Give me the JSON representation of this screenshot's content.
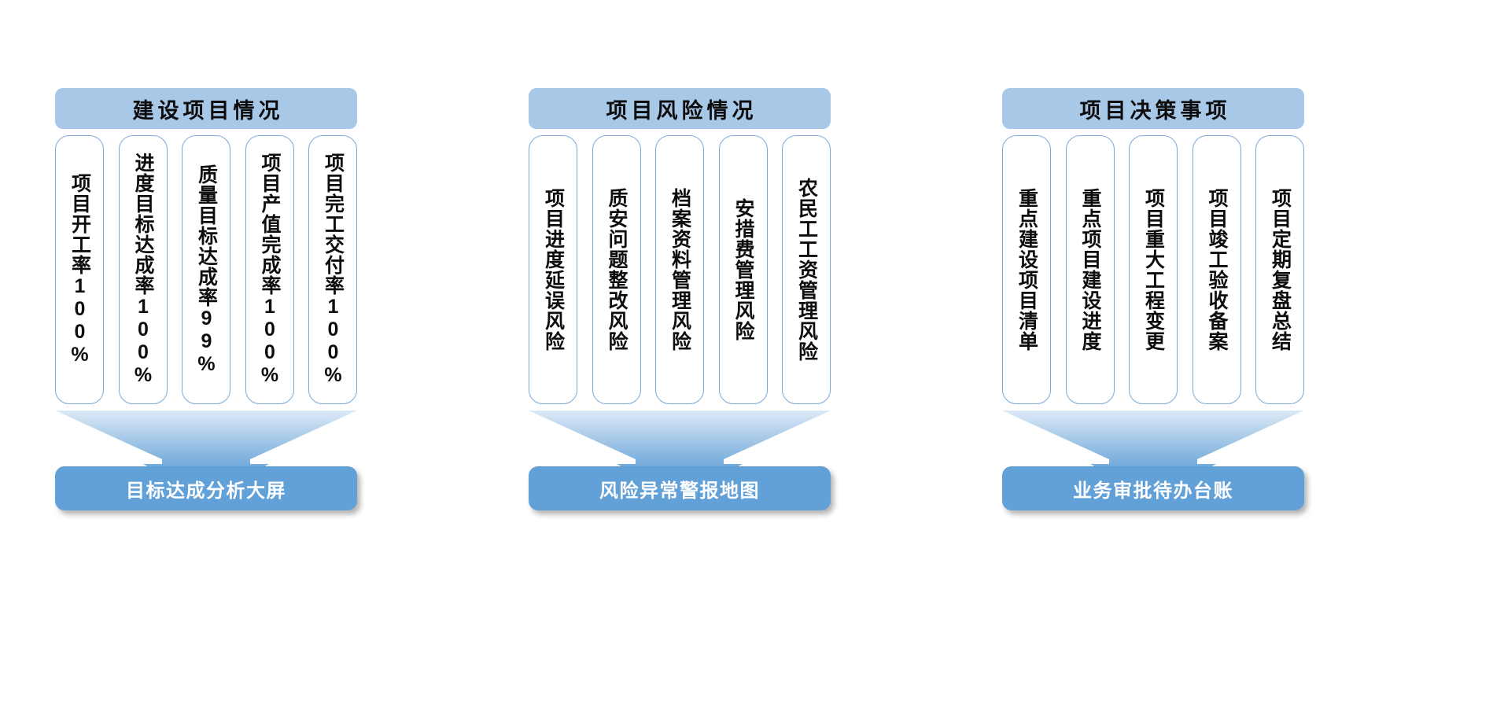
{
  "diagram": {
    "colors": {
      "header_fill": "#a8c8e8",
      "card_border": "#7ba9d9",
      "card_fill": "#ffffff",
      "funnel_top": "#cfe2f3",
      "funnel_bottom": "#5b9bd5",
      "result_fill": "#62a0d8",
      "result_text": "#ffffff",
      "text": "#0d0d0d",
      "background": "#ffffff"
    },
    "groups": [
      {
        "id": "construction-projects",
        "header": "建设项目情况",
        "items": [
          "项目开工率100%",
          "进度目标达成率100%",
          "质量目标达成率99%",
          "项目产值完成率100%",
          "项目完工交付率100%"
        ],
        "result": "目标达成分析大屏",
        "arrow": "funnel-down-arrow"
      },
      {
        "id": "project-risks",
        "header": "项目风险情况",
        "items": [
          "项目进度延误风险",
          "质安问题整改风险",
          "档案资料管理风险",
          "安措费管理风险",
          "农民工工资管理风险"
        ],
        "result": "风险异常警报地图",
        "arrow": "funnel-down-arrow"
      },
      {
        "id": "project-decisions",
        "header": "项目决策事项",
        "items": [
          "重点建设项目清单",
          "重点项目建设进度",
          "项目重大工程变更",
          "项目竣工验收备案",
          "项目定期复盘总结"
        ],
        "result": "业务审批待办台账",
        "arrow": "funnel-down-arrow"
      }
    ]
  }
}
